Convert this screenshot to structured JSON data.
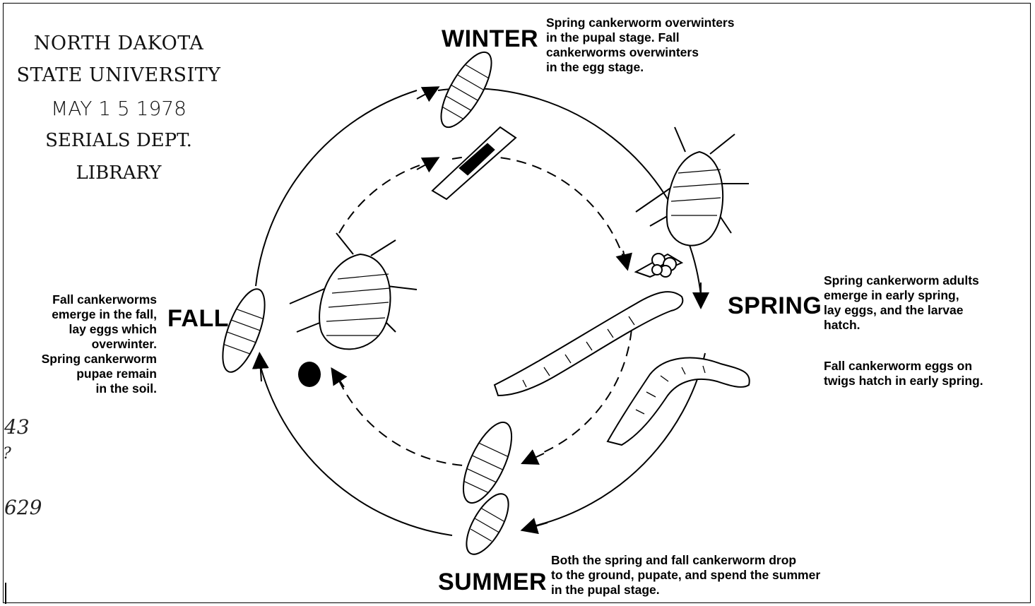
{
  "stamp": {
    "line1": "NORTH DAKOTA",
    "line2": "STATE UNIVERSITY",
    "line3": "MAY 1 5 1978",
    "line4": "SERIALS DEPT.",
    "line5": "LIBRARY"
  },
  "seasons": {
    "winter": "WINTER",
    "spring": "SPRING",
    "summer": "SUMMER",
    "fall": "FALL"
  },
  "notes": {
    "winter": [
      "Spring cankerworm overwinters",
      "in the pupal stage.  Fall",
      "cankerworms overwinters",
      "in the egg stage."
    ],
    "spring": [
      "Spring cankerworm adults",
      "emerge in early spring,",
      "lay eggs, and the larvae",
      "hatch."
    ],
    "spring_fall": [
      "Fall cankerworm eggs on",
      "twigs hatch in early spring."
    ],
    "fall": [
      "Fall cankerworms",
      "emerge in the fall,",
      "lay eggs which",
      "overwinter.",
      "Spring cankerworm",
      "pupae remain",
      "in the soil."
    ],
    "summer": [
      "Both the spring and fall cankerworm  drop",
      "to the ground, pupate, and spend the summer",
      "in the pupal stage."
    ]
  },
  "handwriting": [
    "43",
    "?",
    "629"
  ],
  "colors": {
    "ink": "#000000",
    "paper": "#ffffff"
  }
}
